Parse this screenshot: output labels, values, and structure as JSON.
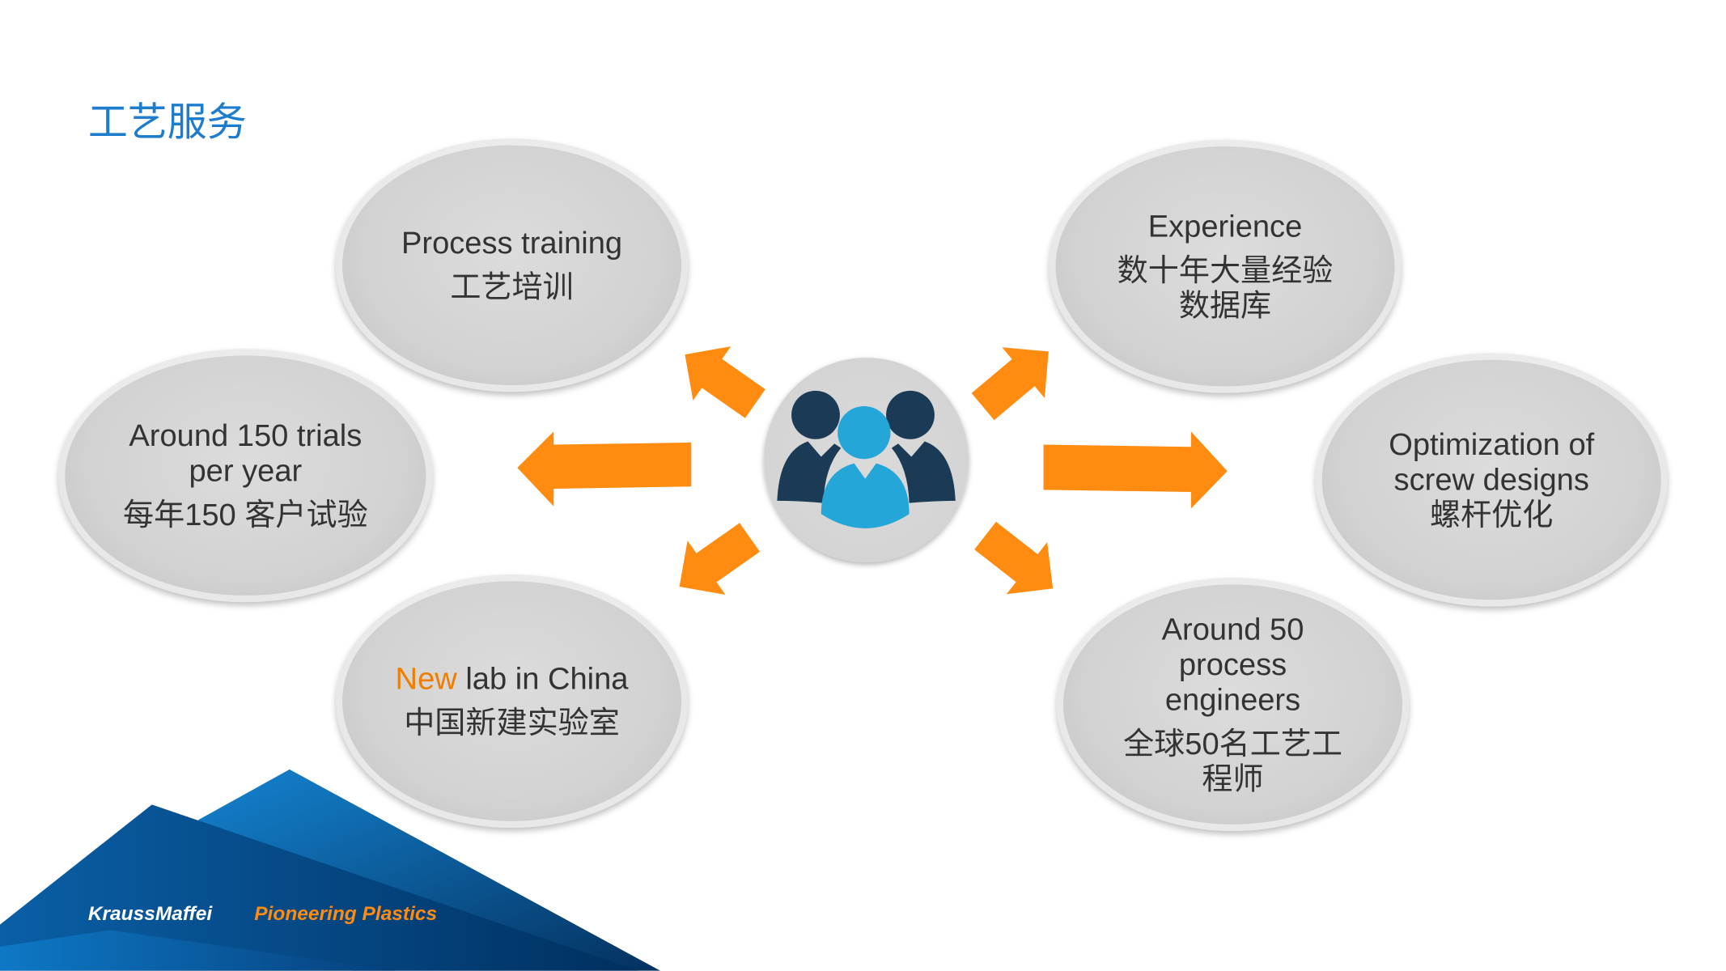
{
  "title": "工艺服务",
  "bubbles": {
    "training": {
      "en": "Process training",
      "cn": "工艺培训"
    },
    "trials": {
      "en1": "Around 150 trials",
      "en2": "per year",
      "cn": "每年150 客户试验"
    },
    "lab": {
      "highlight": "New",
      "en": " lab in China",
      "cn": "中国新建实验室"
    },
    "experience": {
      "en": "Experience",
      "cn1": "数十年大量经验",
      "cn2": "数据库"
    },
    "screw": {
      "en1": "Optimization of",
      "en2": "screw designs",
      "cn": "螺杆优化"
    },
    "engineers": {
      "en1": "Around 50",
      "en2": "process",
      "en3": "engineers",
      "cn1": "全球50名工艺工",
      "cn2": "程师"
    }
  },
  "center_icon": "people-group-icon",
  "footer": {
    "brand": "KraussMaffei",
    "slogan": "Pioneering Plastics"
  },
  "colors": {
    "accent": "#1d7ccc",
    "arrow": "#ff8c10",
    "highlight": "#f07d00",
    "icon_dark": "#1b3a56",
    "icon_light": "#25a6d8"
  }
}
